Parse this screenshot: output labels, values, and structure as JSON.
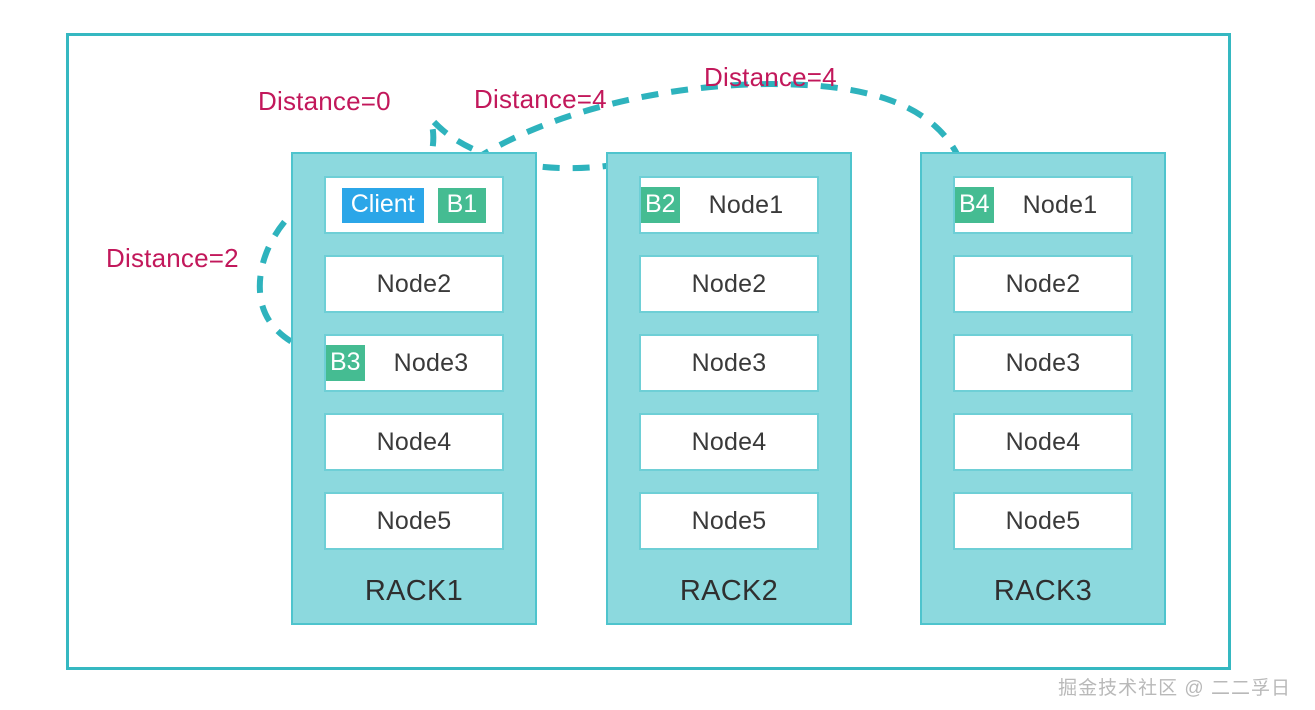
{
  "diagram": {
    "title": "HDFS rack distance diagram",
    "colors": {
      "frame_border": "#35b8c1",
      "rack_fill": "#8cd9de",
      "rack_border": "#4ec4cd",
      "node_border": "#6ecfd6",
      "node_fill": "#ffffff",
      "badge_green": "#45bc92",
      "badge_blue": "#2ba6e8",
      "distance_text": "#c2185b",
      "connector": "#2eb3bd",
      "node_text": "#3a3a3a"
    },
    "racks": [
      {
        "id": "rack-1",
        "title": "RACK1",
        "nodes": [
          {
            "label": "",
            "badges": [
              {
                "text": "Client",
                "style": "blue"
              },
              {
                "text": "B1",
                "style": "green"
              }
            ]
          },
          {
            "label": "Node2",
            "badges": []
          },
          {
            "label": "Node3",
            "badges": [
              {
                "text": "B3",
                "style": "green"
              }
            ]
          },
          {
            "label": "Node4",
            "badges": []
          },
          {
            "label": "Node5",
            "badges": []
          }
        ]
      },
      {
        "id": "rack-2",
        "title": "RACK2",
        "nodes": [
          {
            "label": "Node1",
            "badges": [
              {
                "text": "B2",
                "style": "green"
              }
            ]
          },
          {
            "label": "Node2",
            "badges": []
          },
          {
            "label": "Node3",
            "badges": []
          },
          {
            "label": "Node4",
            "badges": []
          },
          {
            "label": "Node5",
            "badges": []
          }
        ]
      },
      {
        "id": "rack-3",
        "title": "RACK3",
        "nodes": [
          {
            "label": "Node1",
            "badges": [
              {
                "text": "B4",
                "style": "green"
              }
            ]
          },
          {
            "label": "Node2",
            "badges": []
          },
          {
            "label": "Node3",
            "badges": []
          },
          {
            "label": "Node4",
            "badges": []
          },
          {
            "label": "Node5",
            "badges": []
          }
        ]
      }
    ],
    "distance_labels": [
      {
        "id": "dist-0",
        "text": "Distance=0"
      },
      {
        "id": "dist-4a",
        "text": "Distance=4"
      },
      {
        "id": "dist-4b",
        "text": "Distance=4"
      },
      {
        "id": "dist-2",
        "text": "Distance=2"
      }
    ],
    "watermark": "掘金技术社区 @ 二二孚日"
  }
}
